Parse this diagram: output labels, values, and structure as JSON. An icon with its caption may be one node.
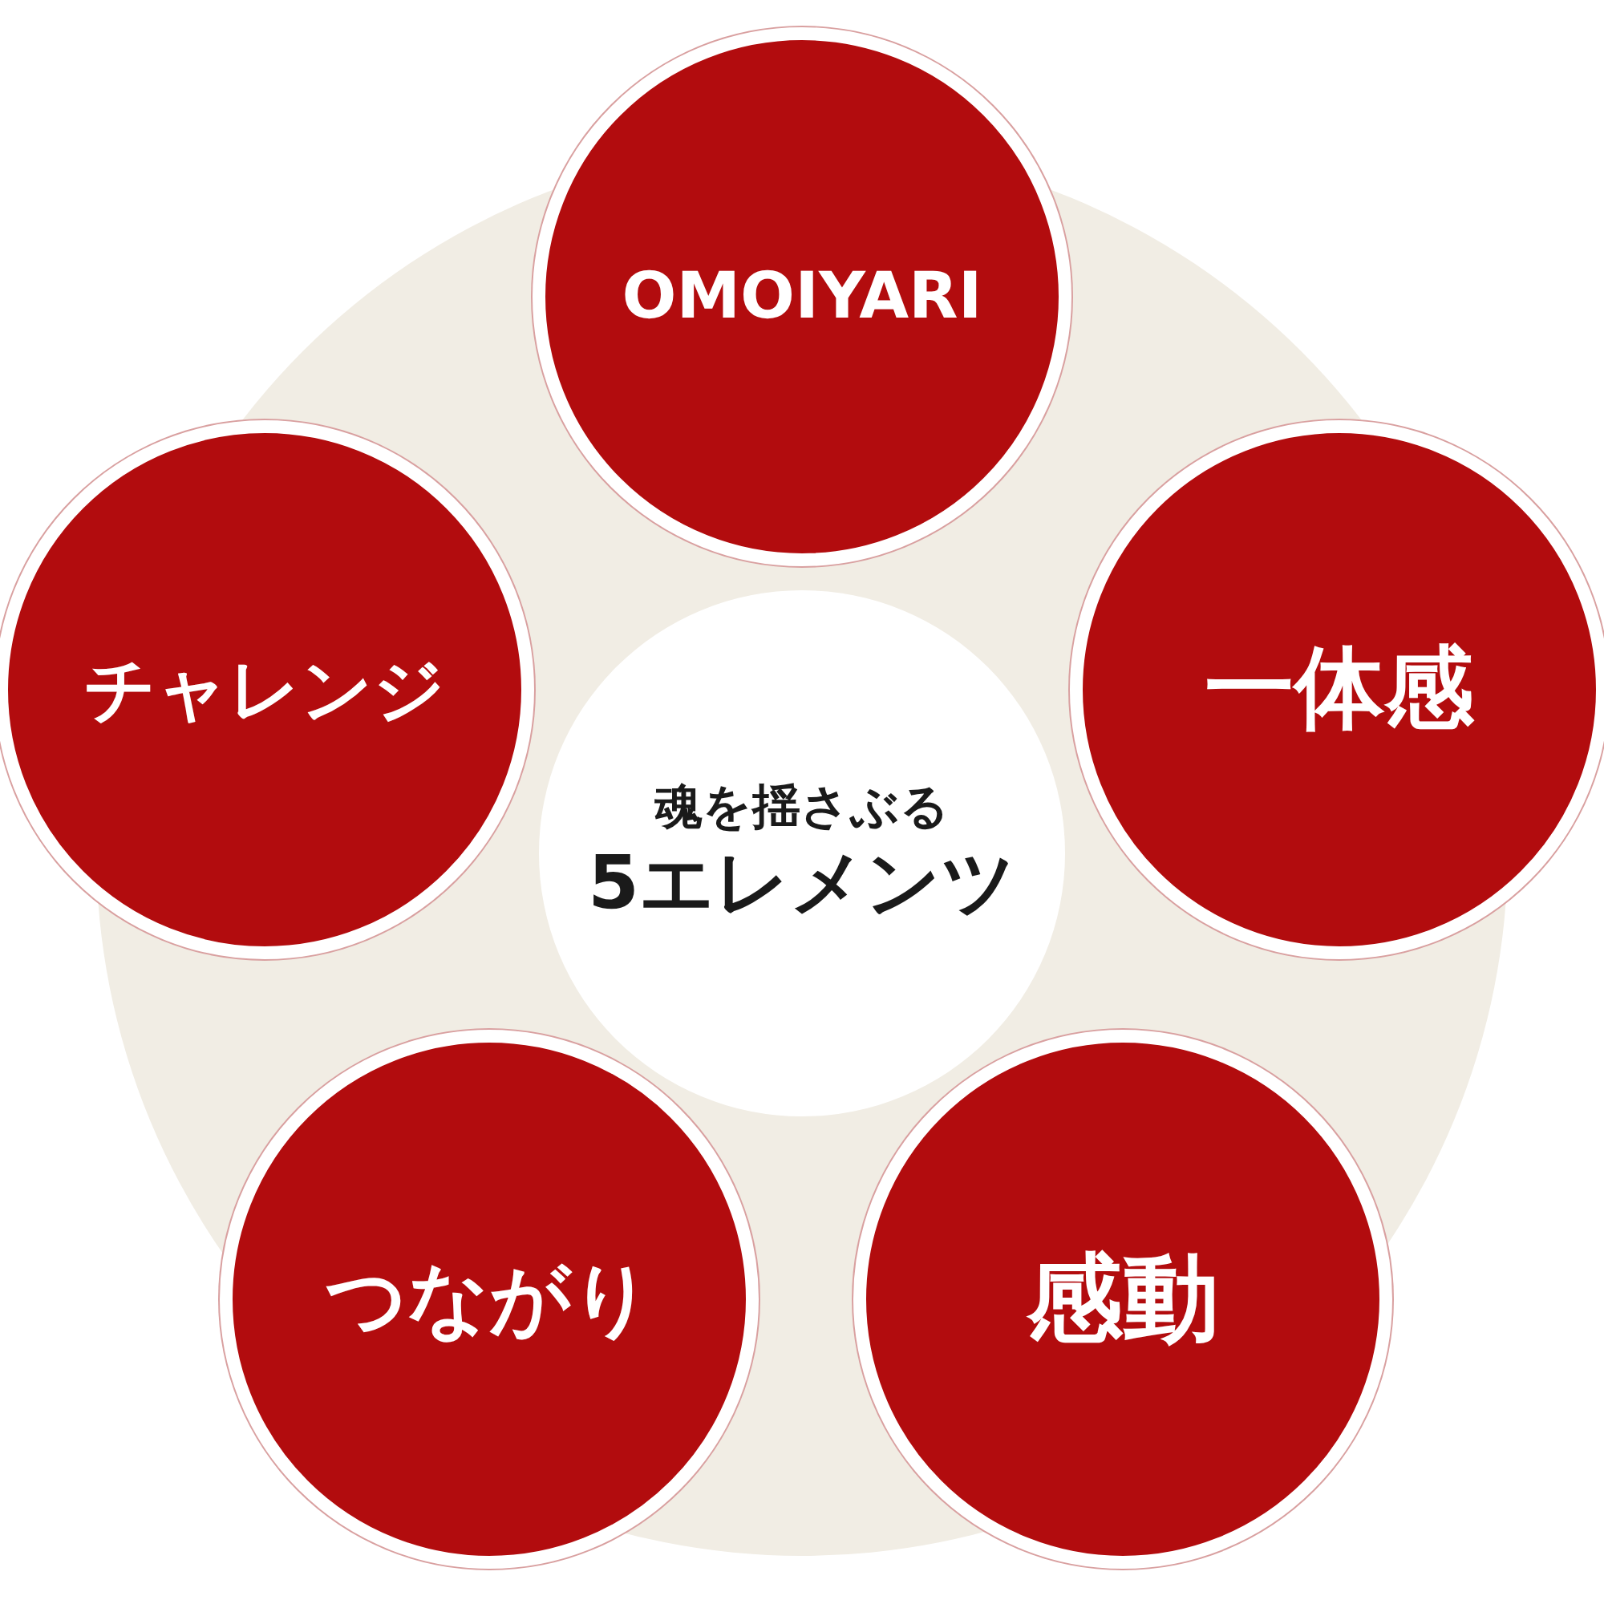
{
  "diagram": {
    "nodes": [
      {
        "text": [
          "OMOIYARI"
        ]
      },
      {
        "text": [
          "チャレンジ"
        ]
      },
      {
        "text": [
          "魂を揺さぶる",
          "5エレメンツ"
        ]
      },
      {
        "text": [
          "一体感"
        ]
      },
      {
        "text": [
          "つながり"
        ]
      },
      {
        "text": [
          "感動"
        ]
      }
    ]
  }
}
